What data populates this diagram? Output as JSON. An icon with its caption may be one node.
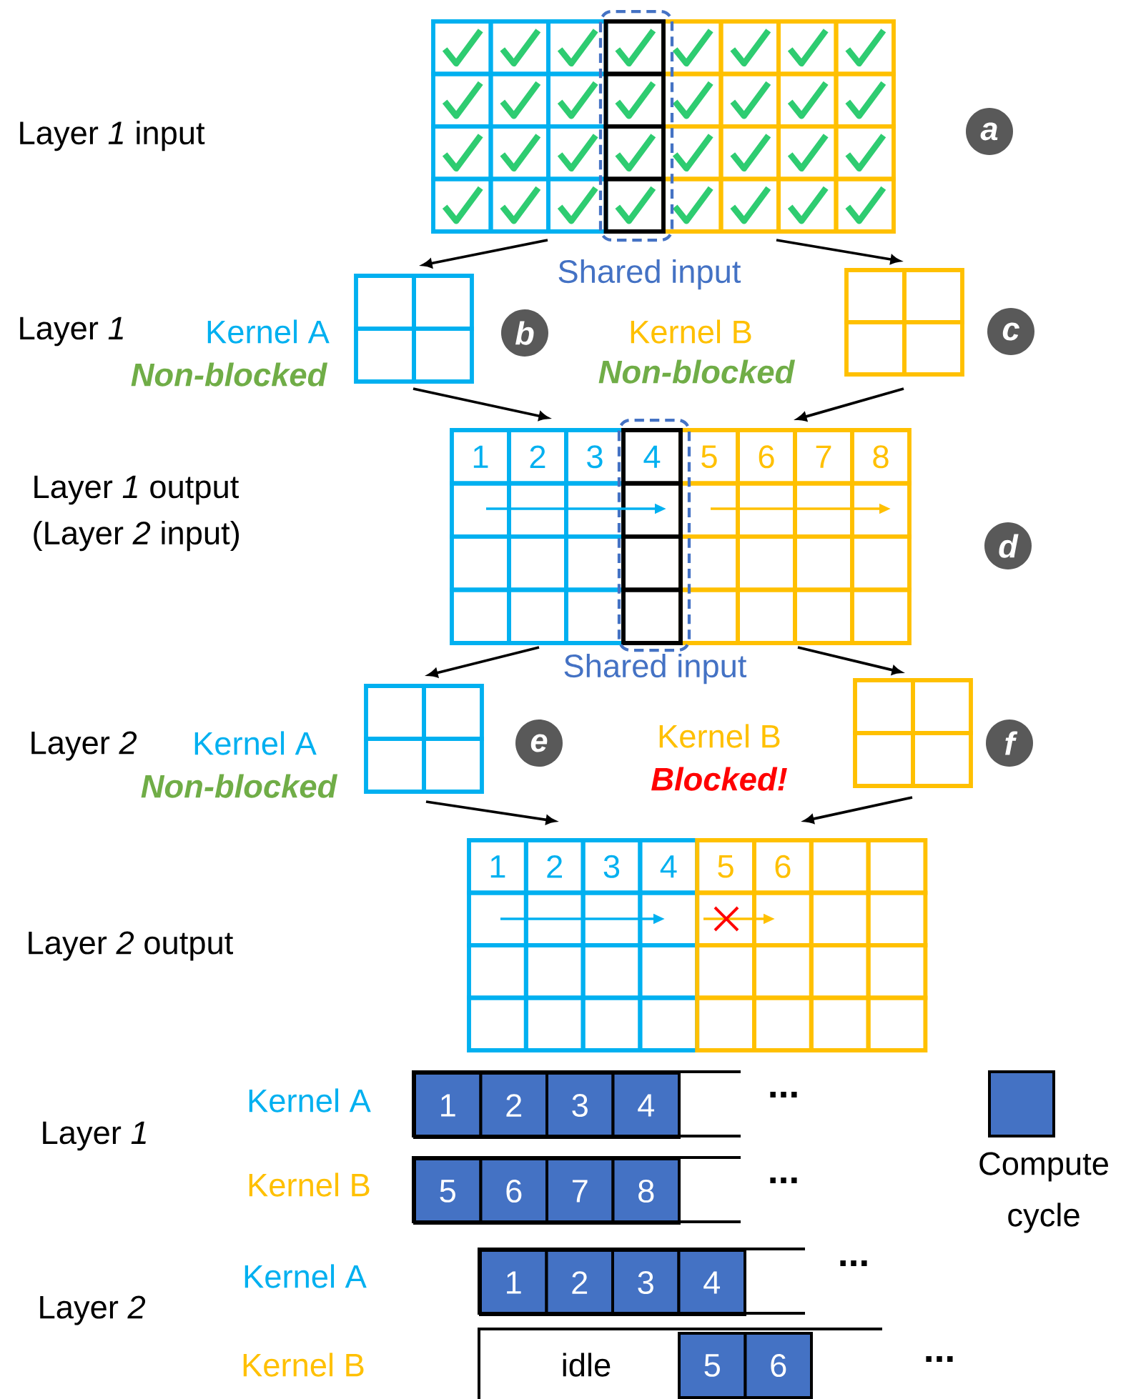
{
  "diagram": {
    "nodes": [
      {
        "text": [],
        "shape": "box"
      },
      {
        "text": [
          "a"
        ]
      },
      {
        "text": [],
        "shape": "box"
      },
      {
        "text": [
          "b"
        ]
      },
      {
        "text": [],
        "shape": "box"
      },
      {
        "text": [
          "c"
        ]
      },
      {
        "text": [
          "1",
          "2",
          "3",
          "4",
          "5",
          "6",
          "7",
          "8"
        ]
      },
      {
        "text": [
          "d"
        ]
      },
      {
        "text": [],
        "shape": "box"
      },
      {
        "text": [
          "e"
        ]
      },
      {
        "text": [],
        "shape": "box"
      },
      {
        "text": [
          "f"
        ]
      },
      {
        "text": [
          "1",
          "2",
          "3",
          "4",
          "5",
          "6"
        ]
      },
      {
        "text": [
          "1"
        ]
      },
      {
        "text": [
          "2"
        ]
      },
      {
        "text": [
          "3"
        ]
      },
      {
        "text": [
          "4"
        ]
      },
      {
        "text": [
          "5"
        ]
      },
      {
        "text": [
          "6"
        ]
      },
      {
        "text": [
          "7"
        ]
      },
      {
        "text": [
          "8"
        ]
      },
      {
        "text": [
          "1"
        ]
      },
      {
        "text": [
          "2"
        ]
      },
      {
        "text": [
          "3"
        ]
      },
      {
        "text": [
          "4"
        ]
      },
      {
        "text": [
          "5"
        ]
      },
      {
        "text": [
          "6"
        ]
      }
    ],
    "edges": [
      {
        "from": 0,
        "to": 2,
        "arrow": "to"
      },
      {
        "from": 0,
        "to": 4,
        "arrow": "to"
      },
      {
        "from": 2,
        "to": 6,
        "arrow": "to"
      },
      {
        "from": 4,
        "to": 6,
        "arrow": "to"
      },
      {
        "from": 6,
        "to": 8,
        "arrow": "to"
      },
      {
        "from": 6,
        "to": 10,
        "arrow": "to"
      },
      {
        "from": 8,
        "to": 12,
        "arrow": "to"
      },
      {
        "from": 10,
        "to": 12,
        "arrow": "to"
      }
    ],
    "labels": [
      "Layer *1* input",
      "Shared input",
      "Layer *1*",
      "Kernel A",
      "Kernel B",
      "Non-blocked",
      "Non-blocked",
      "Layer *1* output",
      "(Layer *2* input)",
      "Shared input",
      "Layer *2*",
      "Kernel A",
      "Kernel B",
      "Non-blocked",
      "Blocked!",
      "Layer *2* output",
      "Kernel A",
      "...",
      "Layer *1*",
      "Kernel B",
      "...",
      "Kernel A",
      "...",
      "Layer *2*",
      "Kernel B",
      "idle",
      "..."
    ],
    "legend": [
      {
        "text": "Compute cycle",
        "color": "#4472c4"
      }
    ]
  }
}
